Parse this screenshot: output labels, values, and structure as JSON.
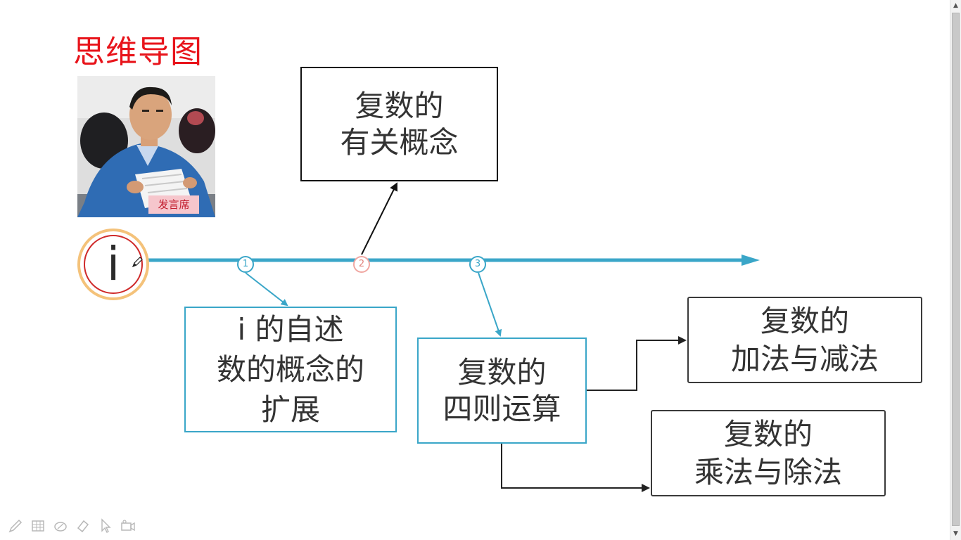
{
  "title": "思维导图",
  "photo": {
    "caption": "发言席"
  },
  "center": {
    "label": "i"
  },
  "badges": [
    {
      "label": "1"
    },
    {
      "label": "2"
    },
    {
      "label": "3"
    }
  ],
  "nodes": {
    "concepts": {
      "lines": [
        "复数的",
        "有关概念"
      ]
    },
    "i_story": {
      "lines": [
        "i 的自述",
        "数的概念的",
        "扩展"
      ]
    },
    "operations": {
      "lines": [
        "复数的",
        "四则运算"
      ]
    },
    "add_sub": {
      "lines": [
        "复数的",
        "加法与减法"
      ]
    },
    "mul_div": {
      "lines": [
        "复数的",
        "乘法与除法"
      ]
    }
  },
  "colors": {
    "title": "#e8141b",
    "axis": "#3aa6c8",
    "badge_alt": "#f0a7a2",
    "ring_outer": "#f4c27a",
    "ring_inner": "#cf2a2a"
  },
  "toolbar": {
    "icons": [
      "pen-icon",
      "slide-grid-icon",
      "eraser-ellipse-icon",
      "eraser-icon",
      "pointer-icon",
      "camera-icon"
    ]
  }
}
